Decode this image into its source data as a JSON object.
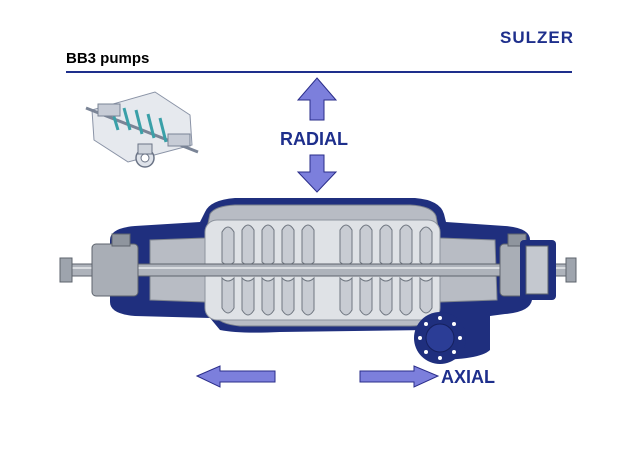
{
  "header": {
    "brand_logo": "SULZER",
    "title": "BB3 pumps"
  },
  "labels": {
    "radial": "RADIAL",
    "axial": "AXIAL"
  },
  "colors": {
    "brand_blue": "#1e2f8c",
    "arrow_fill": "#7c7fdc",
    "arrow_stroke": "#2a2d8a",
    "casing_blue": "#1f2f7e",
    "steel_grey": "#b8bcc4",
    "light_grey": "#dfe2e6"
  }
}
